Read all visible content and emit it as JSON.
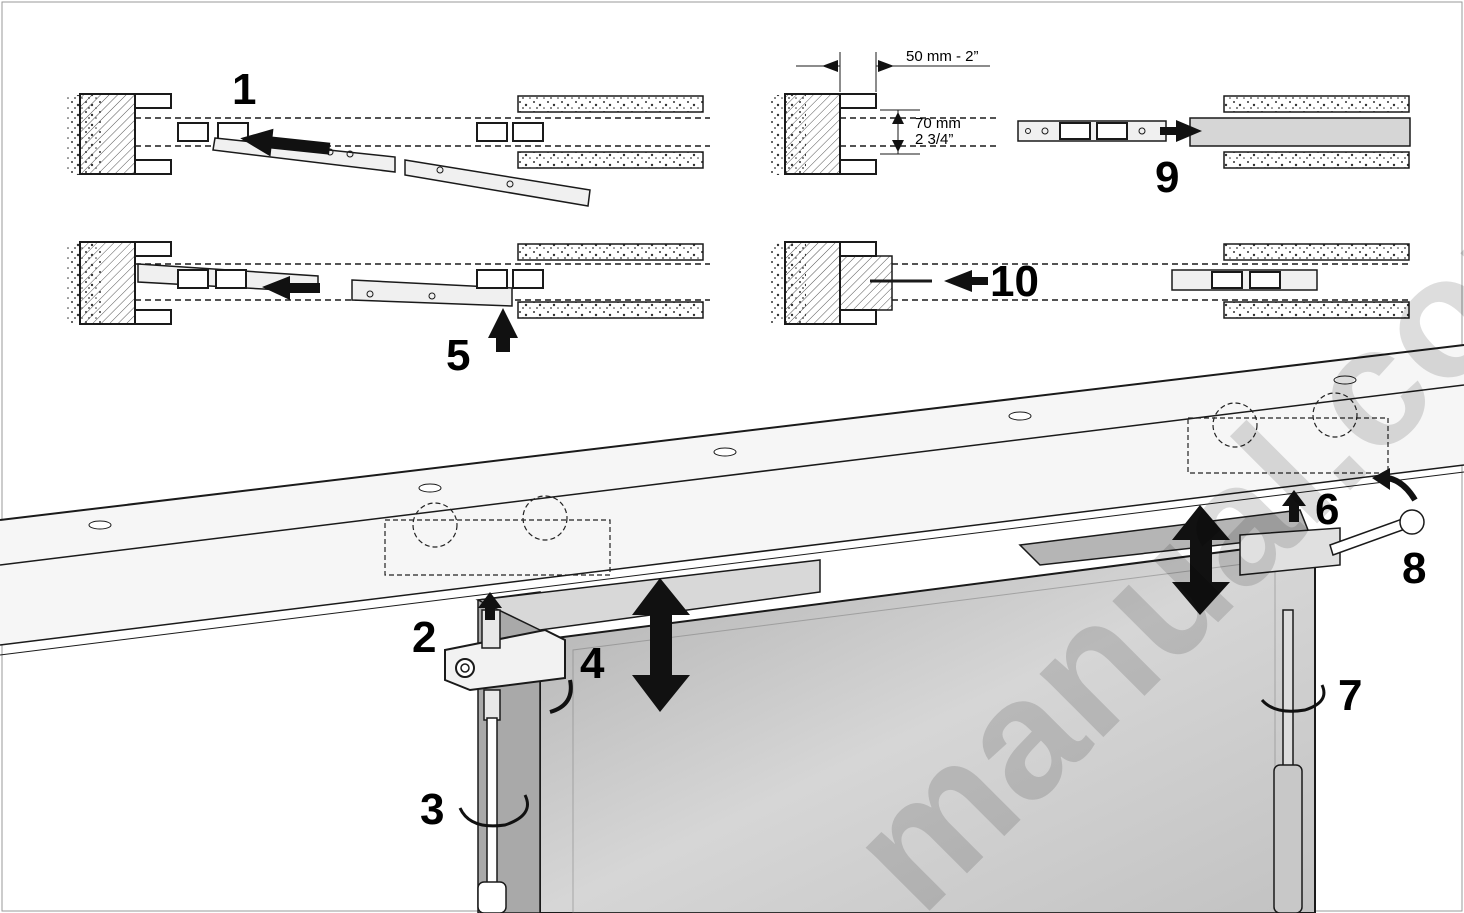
{
  "steps": {
    "s1": "1",
    "s2": "2",
    "s3": "3",
    "s4": "4",
    "s5": "5",
    "s6": "6",
    "s7": "7",
    "s8": "8",
    "s9": "9",
    "s10": "10"
  },
  "dimensions": {
    "gap": "50 mm - 2”",
    "height_mm": "70 mm",
    "height_in": "2 3/4”"
  },
  "watermark": "manual.com",
  "colors": {
    "line": "#1a1a1a",
    "door": "#c9c9c9",
    "rail": "#f2f2f2",
    "hatch": "#555555"
  }
}
